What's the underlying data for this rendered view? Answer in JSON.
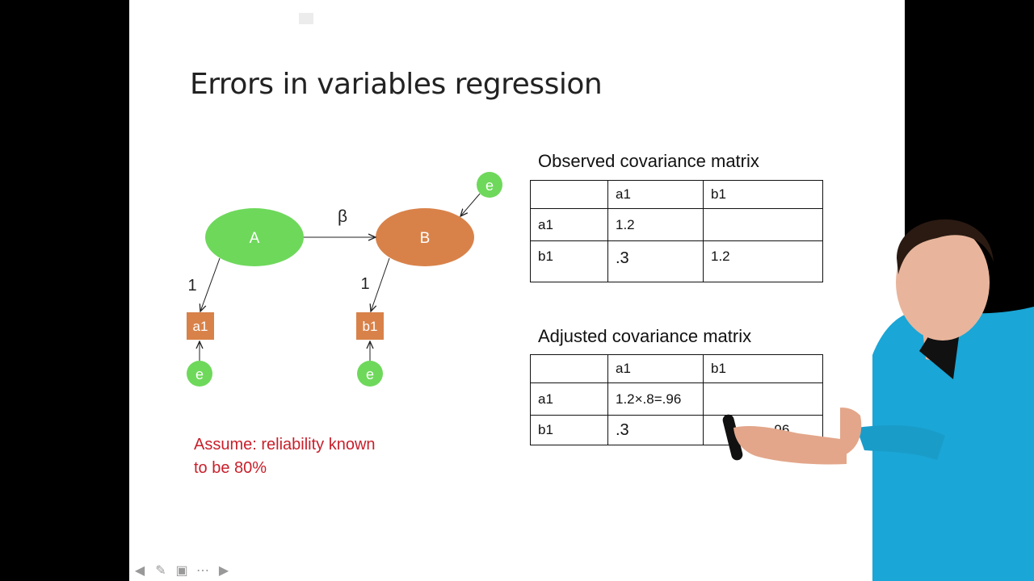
{
  "slide": {
    "title": "Errors in variables regression"
  },
  "diagram": {
    "latent_a": "A",
    "latent_b": "B",
    "path_beta": "β",
    "loading_a": "1",
    "loading_b": "1",
    "indicator_a": "a1",
    "indicator_b": "b1",
    "error_a1": "e",
    "error_b1": "e",
    "error_b": "e",
    "colors": {
      "green": "#6ed85b",
      "orange": "#d8824a",
      "red_text": "#c8202b"
    }
  },
  "observed": {
    "heading": "Observed covariance matrix",
    "header": [
      "",
      "a1",
      "b1"
    ],
    "rows": [
      [
        "a1",
        "1.2",
        ""
      ],
      [
        "b1",
        ".3",
        "1.2"
      ]
    ]
  },
  "adjusted": {
    "heading": "Adjusted covariance matrix",
    "header": [
      "",
      "a1",
      "b1"
    ],
    "rows": [
      [
        "a1",
        "1.2×.8=.96",
        ""
      ],
      [
        "b1",
        ".3",
        "= .96"
      ]
    ]
  },
  "note": {
    "line1": "Assume: reliability known",
    "line2": "to be 80%"
  },
  "toolbar": {
    "icons": [
      "arrow-left-icon",
      "pen-icon",
      "slides-icon",
      "more-icon",
      "arrow-right-icon"
    ]
  }
}
